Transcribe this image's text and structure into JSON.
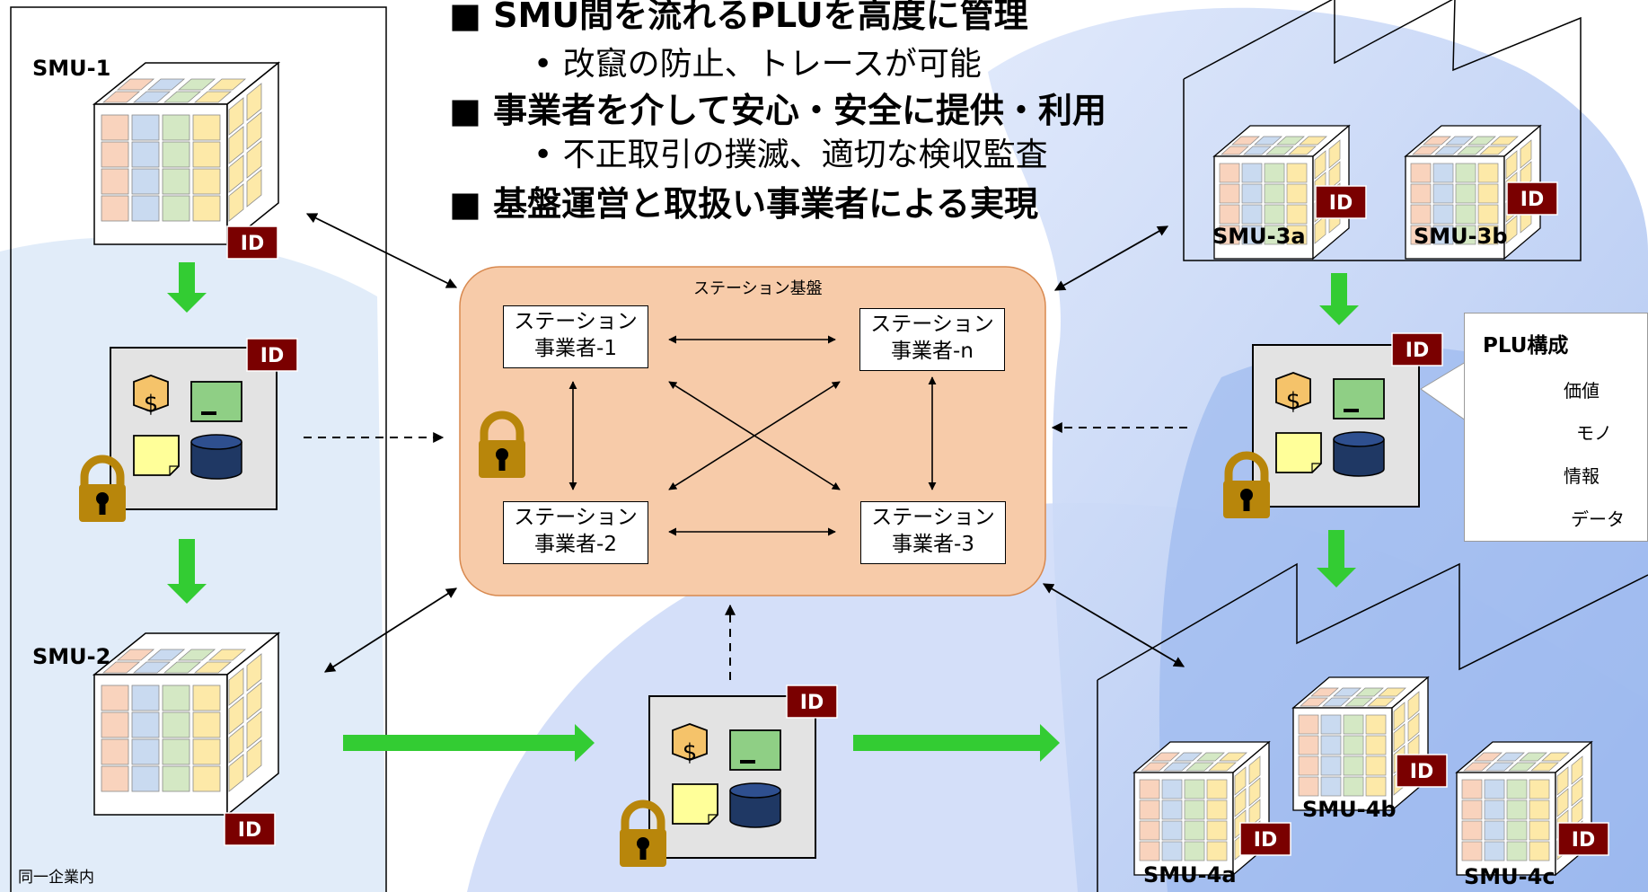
{
  "bullets": [
    {
      "head": "■  SMU間を流れるPLUを高度に管理",
      "sub": "•   改竄の防止、トレースが可能"
    },
    {
      "head": "■  事業者を介して安心・安全に提供・利用",
      "sub": "•   不正取引の撲滅、適切な検収監査"
    },
    {
      "head": "■  基盤運営と取扱い事業者による実現",
      "sub": ""
    }
  ],
  "left_region_label": "同一企業内",
  "station": {
    "title": "ステーション基盤",
    "operators": [
      {
        "line1": "ステーション",
        "line2": "事業者-1"
      },
      {
        "line1": "ステーション",
        "line2": "事業者-n"
      },
      {
        "line1": "ステーション",
        "line2": "事業者-2"
      },
      {
        "line1": "ステーション",
        "line2": "事業者-3"
      }
    ]
  },
  "smu_labels": {
    "smu1": "SMU-1",
    "smu2": "SMU-2",
    "smu3a": "SMU-3a",
    "smu3b": "SMU-3b",
    "smu4a": "SMU-4a",
    "smu4b": "SMU-4b",
    "smu4c": "SMU-4c"
  },
  "id_badge": "ID",
  "dollar_symbol": "$",
  "legend": {
    "title": "PLU構成",
    "items": [
      {
        "icon": "value-icon",
        "label": "価値"
      },
      {
        "icon": "goods-icon",
        "label": "モノ"
      },
      {
        "icon": "info-icon",
        "label": "情報"
      },
      {
        "icon": "data-icon",
        "label": "データ"
      }
    ]
  },
  "colors": {
    "id_badge": "#7a0000",
    "flow_arrow": "#33cc33",
    "station_fill": "#f7cba9",
    "lock": "#b8860b",
    "value": "#f5c36a",
    "goods": "#8fcf85",
    "info": "#ffff99",
    "data": "#1f3864"
  }
}
